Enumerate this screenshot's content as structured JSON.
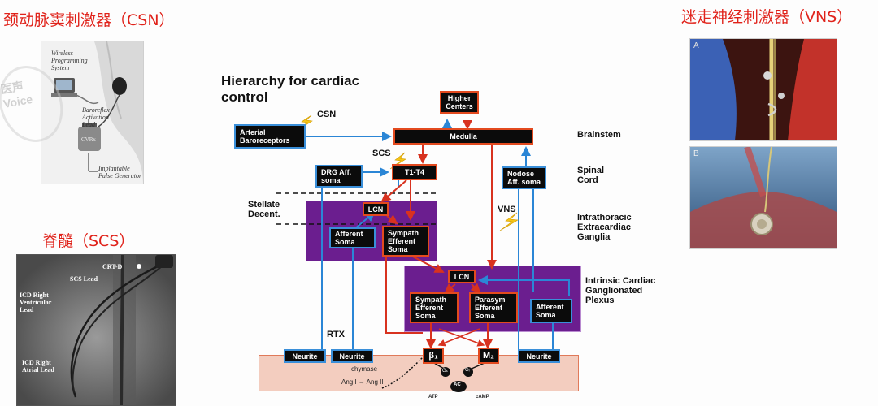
{
  "left_panel": {
    "csn_title": "颈动脉窦刺激器（CSN）",
    "csn_labels": {
      "wireless": "Wireless Programming System",
      "baroreflex": "Baroreflex Activation Lead",
      "generator": "Implantable Pulse Generator",
      "cvrx": "CVRx"
    },
    "scs_title": "脊髓（SCS）",
    "xray_labels": {
      "crt": "CRT-D",
      "scs_lead": "SCS Lead",
      "icd_rv": "ICD Right Ventricular Lead",
      "icd_ra": "ICD Right Atrial Lead"
    }
  },
  "right_panel": {
    "vns_title": "迷走神经刺激器（VNS）",
    "photo_a": "A",
    "photo_b": "B"
  },
  "diagram": {
    "title": "Hierarchy for cardiac control",
    "boxes": {
      "higher_centers": "Higher Centers",
      "medulla": "Medulla",
      "arterial": "Arterial Baroreceptors",
      "drg": "DRG Aff. soma",
      "t1t4": "T1-T4",
      "nodose": "Nodose Aff. soma",
      "lcn1": "LCN",
      "afferent1": "Afferent Soma",
      "sympath1": "Sympath Efferent Soma",
      "lcn2": "LCN",
      "sympath2": "Sympath Efferent Soma",
      "parasym": "Parasym Efferent Soma",
      "afferent2": "Afferent Soma",
      "neurite1": "Neurite",
      "neurite2": "Neurite",
      "neurite3": "Neurite",
      "beta1": "β₁",
      "m2": "M₂"
    },
    "labels": {
      "csn": "CSN",
      "scs": "SCS",
      "stellate": "Stellate Decent.",
      "vns": "VNS",
      "rtx": "RTX",
      "chymase": "chymase",
      "ang": "Ang I → Ang II",
      "gs": "Gₛ",
      "gi": "Gᵢ",
      "ac": "AC",
      "atp": "ATP",
      "camp": "cAMP"
    },
    "side_labels": {
      "brainstem": "Brainstem",
      "spinal": "Spinal Cord",
      "intrathoracic": "Intrathoracic Extracardiac Ganglia",
      "intrinsic": "Intrinsic Cardiac Ganglionated Plexus"
    }
  },
  "watermark": "医声 Voice",
  "colors": {
    "title_red": "#e0221a",
    "box_red": "#e34a1f",
    "box_blue": "#3a8fd9",
    "ganglia_purple": "#6b1e8f",
    "heart_pink": "#f3cdbf",
    "stim_yellow": "#f5c518"
  }
}
